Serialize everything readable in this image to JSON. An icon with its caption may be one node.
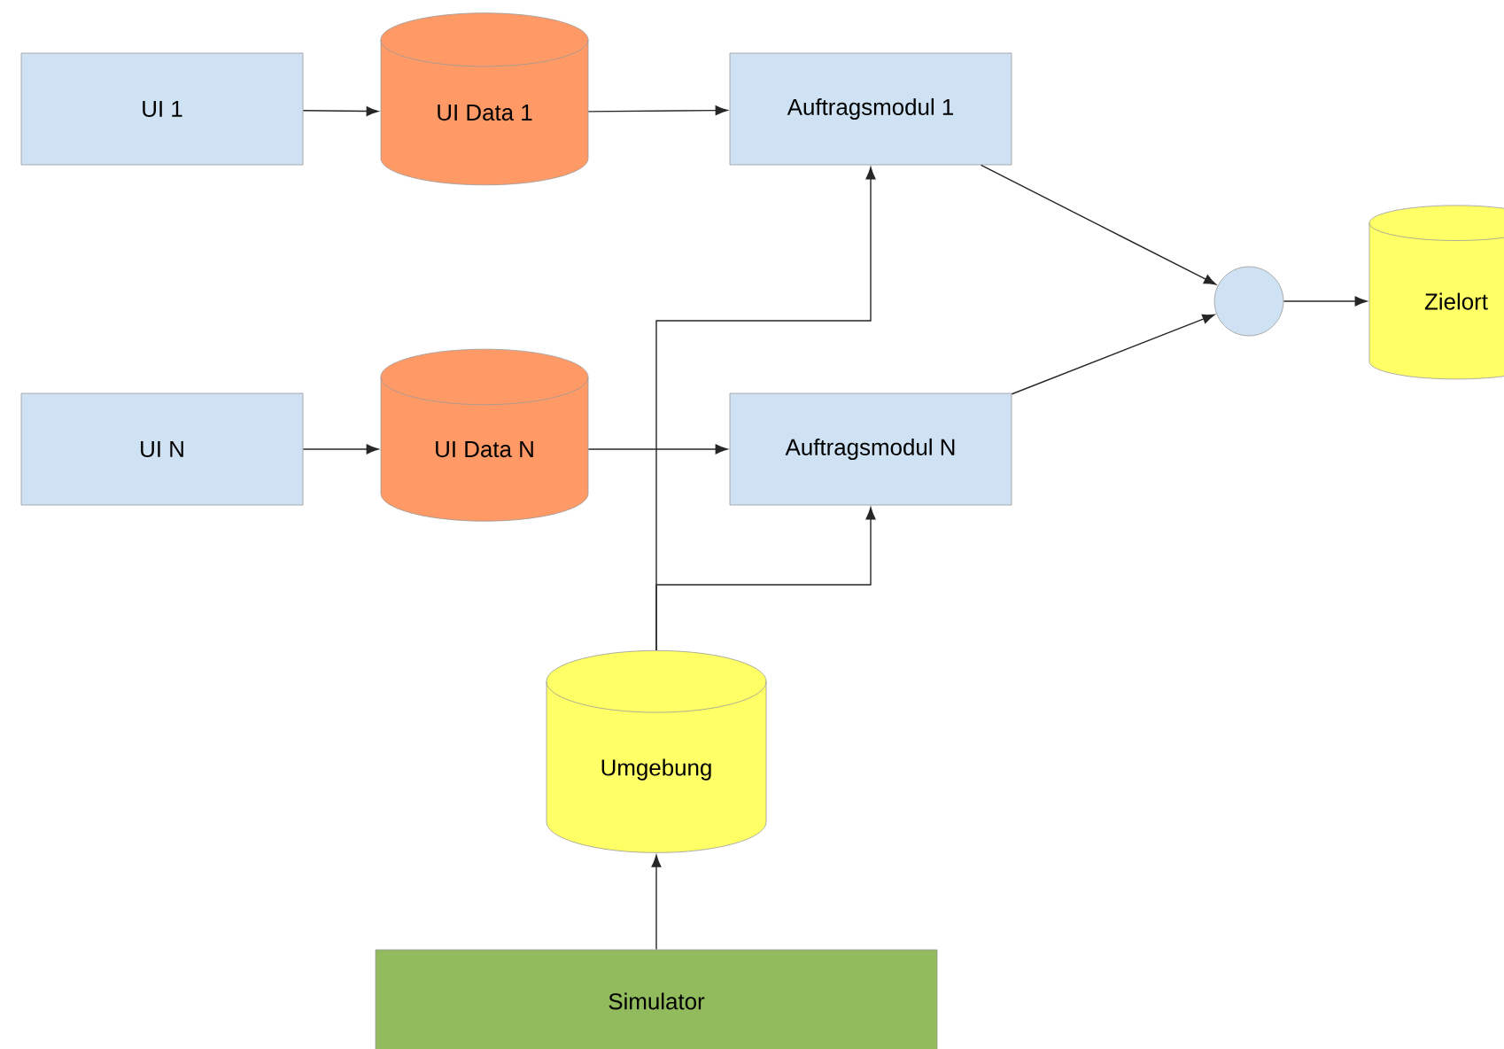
{
  "diagram": {
    "nodes": [
      {
        "text": [
          "UI 1"
        ]
      },
      {
        "text": [
          "UI Data 1"
        ]
      },
      {
        "text": [
          "Auftragsmodul 1"
        ]
      },
      {
        "text": [
          "UI N"
        ]
      },
      {
        "text": [
          "UI Data N"
        ]
      },
      {
        "text": [
          "Auftragsmodul N"
        ]
      },
      {
        "text": [],
        "shape": "circle"
      },
      {
        "text": [
          "Zielort"
        ]
      },
      {
        "text": [
          "Umgebung"
        ]
      },
      {
        "text": [
          "Simulator"
        ]
      }
    ],
    "edges": [
      {
        "from": 0,
        "to": 1,
        "arrow": "to"
      },
      {
        "from": 1,
        "to": 2,
        "arrow": "to"
      },
      {
        "from": 3,
        "to": 4,
        "arrow": "to"
      },
      {
        "from": 4,
        "to": 5,
        "arrow": "to"
      },
      {
        "from": 8,
        "to": 2,
        "arrow": "to"
      },
      {
        "from": 8,
        "to": 5,
        "arrow": "to"
      },
      {
        "from": 2,
        "to": 6,
        "arrow": "to"
      },
      {
        "from": 5,
        "to": 6,
        "arrow": "to"
      },
      {
        "from": 6,
        "to": 7,
        "arrow": "to"
      },
      {
        "from": 9,
        "to": 8,
        "arrow": "to"
      }
    ]
  }
}
